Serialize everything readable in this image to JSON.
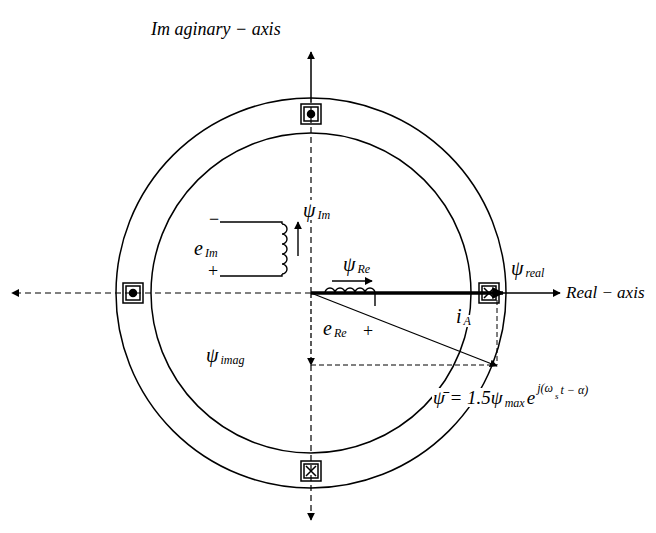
{
  "diagram": {
    "labels": [
      "Im aginary − axis",
      "Real − axis",
      "ψ",
      "Im",
      "e",
      "Im",
      "−",
      "+",
      "ψ",
      "Re",
      "ψ",
      "real",
      "i",
      "A",
      "e",
      "Re",
      "+",
      "ψ",
      "imag",
      "ψ̄ = 1.5ψ",
      "max",
      "e",
      "j(ω",
      "s",
      "t − α)"
    ]
  }
}
